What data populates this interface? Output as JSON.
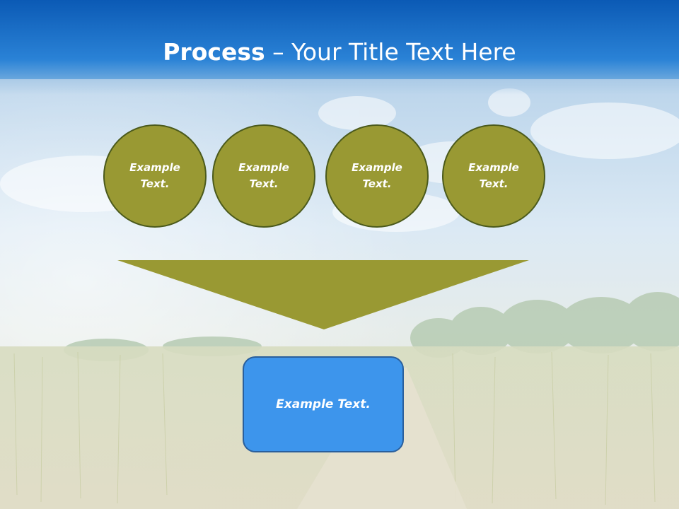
{
  "title": {
    "bold": "Process",
    "rest": " – Your Title Text Here"
  },
  "circles": [
    {
      "text": "Example Text."
    },
    {
      "text": "Example Text."
    },
    {
      "text": "Example Text."
    },
    {
      "text": "Example Text."
    }
  ],
  "result": {
    "text": "Example Text."
  },
  "colors": {
    "header": "#1a6ec9",
    "circle_fill": "#999933",
    "circle_border": "#4b5a1c",
    "funnel": "#999933",
    "box_fill": "#3d95ec",
    "box_border": "#2a5f9c"
  }
}
